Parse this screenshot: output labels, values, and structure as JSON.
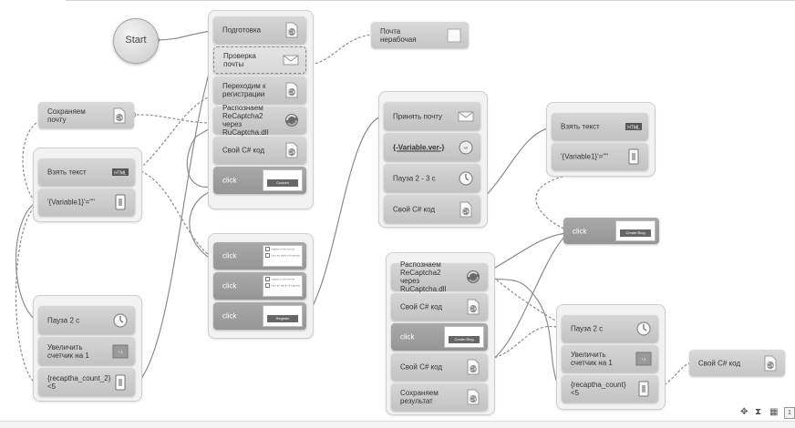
{
  "start": {
    "label": "Start"
  },
  "groups": {
    "g1": [
      {
        "label": "Подготовка",
        "icon": "csharp-icon"
      },
      {
        "label": "Проверка почты",
        "icon": "mail-icon",
        "selected": true
      },
      {
        "label": "Переходим к регистрации",
        "icon": "csharp-icon"
      },
      {
        "label": "Распознаем ReCaptcha2 через RuCaptcha.dll",
        "icon": "recaptcha-icon"
      },
      {
        "label": "Свой C# код",
        "icon": "csharp-icon"
      },
      {
        "label": "click",
        "thumb": [
          "Custom information"
        ],
        "dark": true
      }
    ],
    "g2": [
      {
        "label": "click",
        "thumb": [
          "I agree to the terms",
          "I am an adult of majority"
        ],
        "dark": true
      },
      {
        "label": "click",
        "thumb": [
          "I agree to the terms",
          "I am an adult of majority"
        ],
        "dark": true
      },
      {
        "label": "click",
        "thumb": [
          "Register"
        ],
        "dark": true
      }
    ],
    "g3": [
      {
        "label": "Взять текст",
        "icon": "html-icon"
      },
      {
        "label": "'{Variable1}'=\"\"",
        "icon": "if-icon"
      }
    ],
    "g4": [
      {
        "label": "Пауза 2 с",
        "icon": "clock-icon"
      },
      {
        "label": "Увеличить счетчик на 1",
        "icon": "counter-icon"
      },
      {
        "label": "{recaptha_count_2}<5",
        "icon": "if-icon"
      }
    ],
    "g5": [
      {
        "label": "Принять почту",
        "icon": "mail-icon"
      },
      {
        "label": "{-Variable.ver-}",
        "icon": "variable-icon",
        "underline": true
      },
      {
        "label": "Пауза 2 - 3 с",
        "icon": "clock-icon"
      },
      {
        "label": "Свой C# код",
        "icon": "csharp-icon"
      }
    ],
    "g6": [
      {
        "label": "Взять текст",
        "icon": "html-icon"
      },
      {
        "label": "'{Variable1}'=\"\"",
        "icon": "if-icon"
      }
    ],
    "g7": [
      {
        "label": "Распознаем ReCaptcha2 через RuCaptcha.dll",
        "icon": "recaptcha-icon"
      },
      {
        "label": "Свой C# код",
        "icon": "csharp-icon"
      },
      {
        "label": "click",
        "thumb": [
          "Create Blog"
        ],
        "dark": true
      },
      {
        "label": "Свой C# код",
        "icon": "csharp-icon"
      },
      {
        "label": "Сохраняем результат",
        "icon": "csharp-icon"
      }
    ],
    "g8": [
      {
        "label": "Пауза 2 с",
        "icon": "clock-icon"
      },
      {
        "label": "Увеличить счетчик на 1",
        "icon": "counter-icon"
      },
      {
        "label": "{recaptha_count} <5",
        "icon": "if-icon"
      }
    ]
  },
  "solo": {
    "mail_fail": {
      "label": "Почта нерабочая",
      "icon": "blank-icon"
    },
    "save_mail": {
      "label": "Сохраняем почту",
      "icon": "csharp-icon"
    },
    "click_right": {
      "label": "click",
      "thumb": [
        "Create Blog"
      ]
    },
    "csharp_right": {
      "label": "Свой C# код",
      "icon": "csharp-icon"
    }
  },
  "toolbar": {
    "page": "1"
  },
  "colors": {
    "line": "#8c8c8c",
    "node": "#c9c9c9",
    "group": "#f2f2f2"
  }
}
